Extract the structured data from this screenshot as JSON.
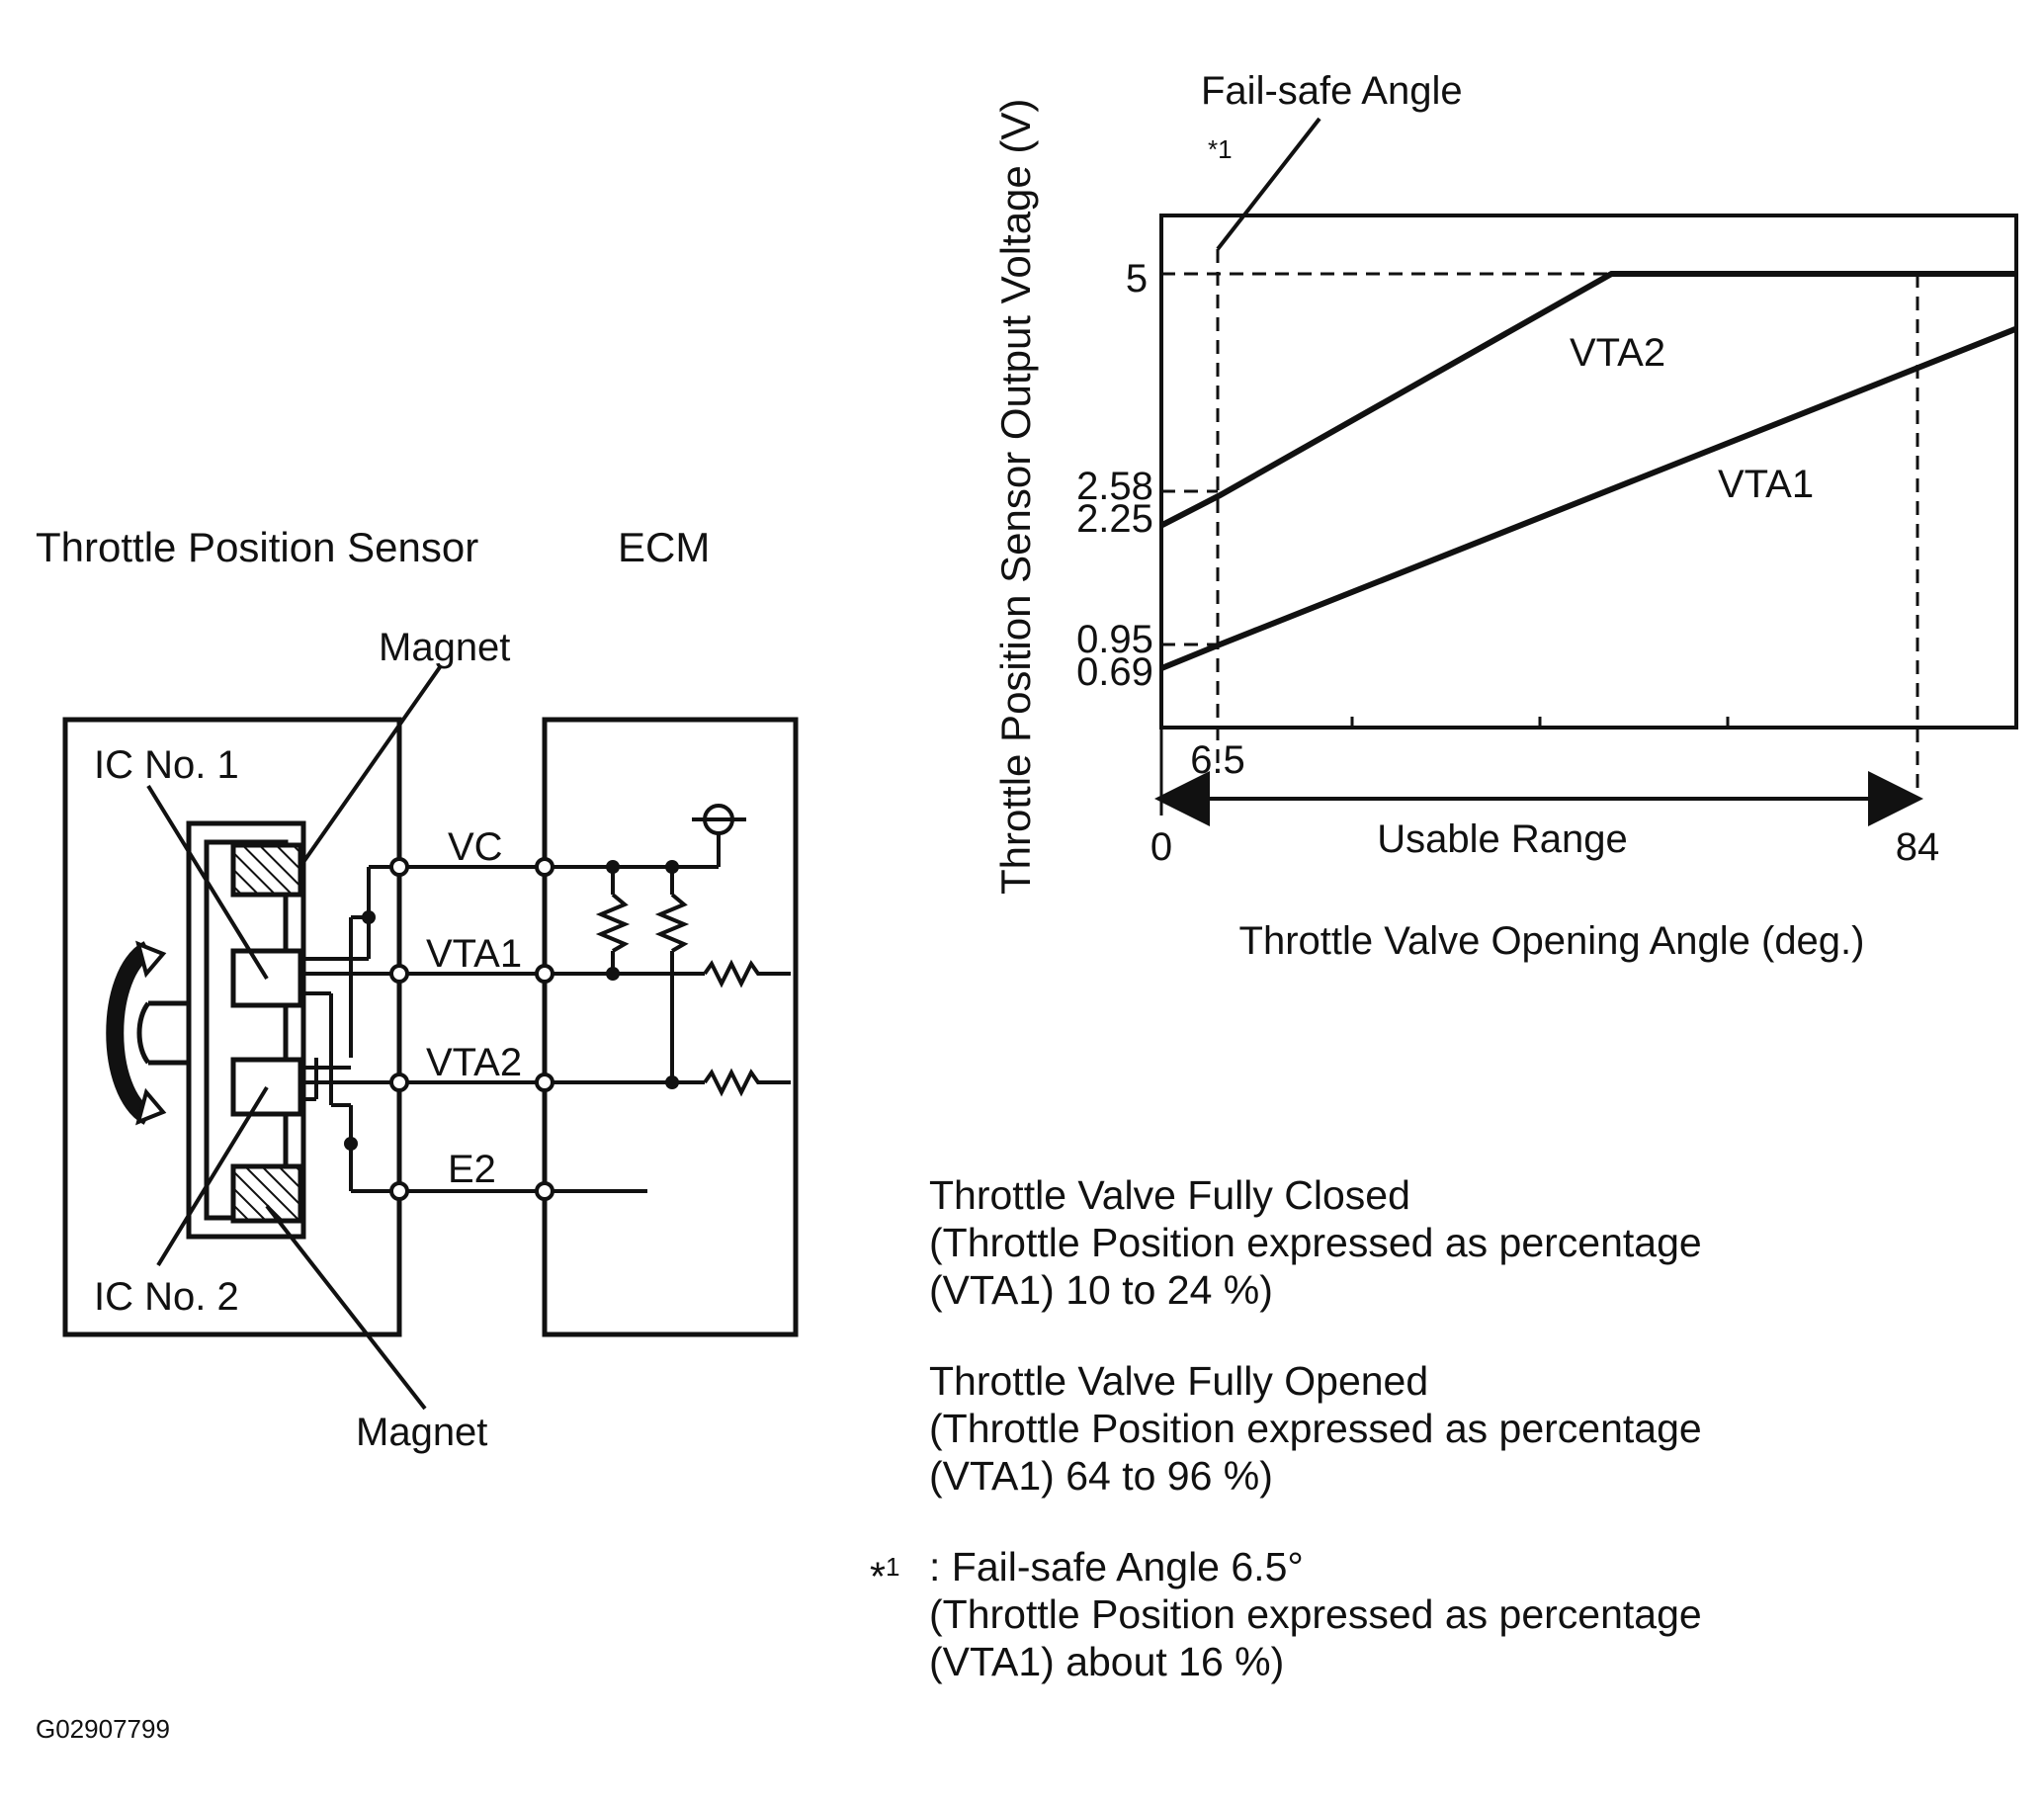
{
  "sensor_diagram": {
    "sensor_title": "Throttle Position Sensor",
    "ecm_title": "ECM",
    "magnet_top": "Magnet",
    "magnet_bottom": "Magnet",
    "ic1": "IC No. 1",
    "ic2": "IC No. 2",
    "terminals": [
      "VC",
      "VTA1",
      "VTA2",
      "E2"
    ]
  },
  "chart_data": {
    "type": "line",
    "ylabel": "Throttle Position Sensor Output Voltage (V)",
    "xlabel": "Throttle Valve Opening Angle (deg.)",
    "ytick_labels": [
      "5",
      "2.58",
      "2.25",
      "0.95",
      "0.69"
    ],
    "xtick_labels": [
      "0",
      "6.5",
      "84"
    ],
    "series": [
      {
        "name": "VTA2",
        "x": [
          0,
          6.5,
          50,
          95
        ],
        "y": [
          2.25,
          2.58,
          5,
          5
        ]
      },
      {
        "name": "VTA1",
        "x": [
          0,
          6.5,
          95
        ],
        "y": [
          0.69,
          0.95,
          4.4
        ]
      }
    ],
    "annotations": {
      "failsafe_label": "Fail-safe  Angle",
      "failsafe_ref": "*1",
      "usable_range": "Usable Range"
    }
  },
  "notes": {
    "closed": {
      "line1": "Throttle Valve Fully Closed",
      "line2": "(Throttle Position expressed as percentage",
      "line3": "(VTA1) 10 to 24 %)"
    },
    "opened": {
      "line1": "Throttle Valve Fully Opened",
      "line2": "(Throttle Position expressed as percentage",
      "line3": "(VTA1) 64 to 96 %)"
    },
    "failsafe": {
      "mark": "*",
      "mark_num": "1",
      "line1": ": Fail-safe  Angle 6.5°",
      "line2": "(Throttle Position expressed as percentage",
      "line3": "(VTA1) about 16 %)"
    }
  },
  "figure_id": "G02907799"
}
